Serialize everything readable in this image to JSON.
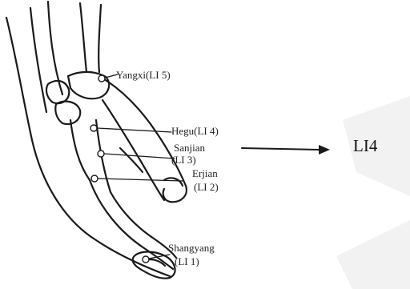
{
  "points": {
    "li5": {
      "name": "Yangxi(LI 5)"
    },
    "li4": {
      "name": "Hegu(LI 4)"
    },
    "li3": {
      "name": "Sanjian",
      "code": "(LI 3)"
    },
    "li2": {
      "name": "Erjian",
      "code": "(LI 2)"
    },
    "li1": {
      "name": "Shangyang",
      "code": "(LI 1)"
    }
  },
  "callout": {
    "label": "LI4"
  },
  "colors": {
    "ink": "#1a1a1a",
    "background": "#ffffff",
    "watermark": "#f2f2f2"
  }
}
